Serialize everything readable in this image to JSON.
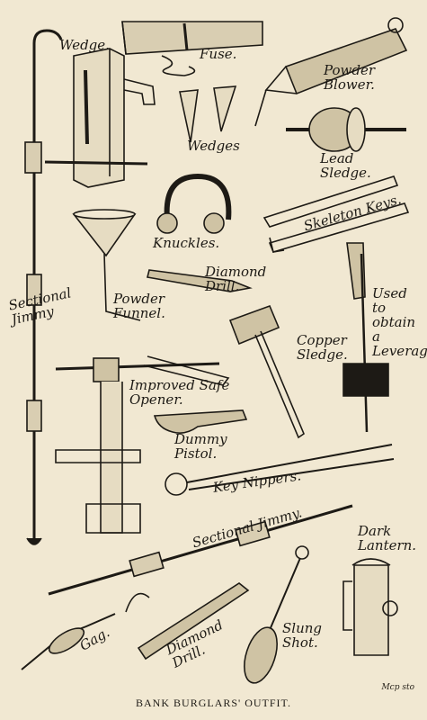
{
  "labels": {
    "wedge": "Wedge.",
    "fuse": "Fuse.",
    "powder_blower": "Powder Blower.",
    "wedges": "Wedges",
    "lead_sledge": "Lead Sledge.",
    "knuckles": "Knuckles.",
    "skeleton_keys": "Skeleton Keys.",
    "diamond_drill_top": "Diamond Drill.",
    "powder_funnel": "Powder Funnel.",
    "sectional_jimmy_left": "Sectional Jimmy",
    "copper_sledge": "Copper Sledge.",
    "used_to_obtain": "Used to obtain a Leverage",
    "improved_safe_opener": "Improved Safe Opener.",
    "dummy_pistol": "Dummy Pistol.",
    "key_nippers": "Key Nippers.",
    "sectional_jimmy_bottom": "Sectional Jimmy.",
    "dark_lantern": "Dark Lantern.",
    "gag": "Gag.",
    "diamond_drill_bottom": "Diamond Drill.",
    "slung_shot": "Slung Shot."
  },
  "caption": "BANK BURGLARS' OUTFIT.",
  "signature": "Mcp sto",
  "colors": {
    "paper": "#f1e8d2",
    "ink": "#1d1a15"
  }
}
